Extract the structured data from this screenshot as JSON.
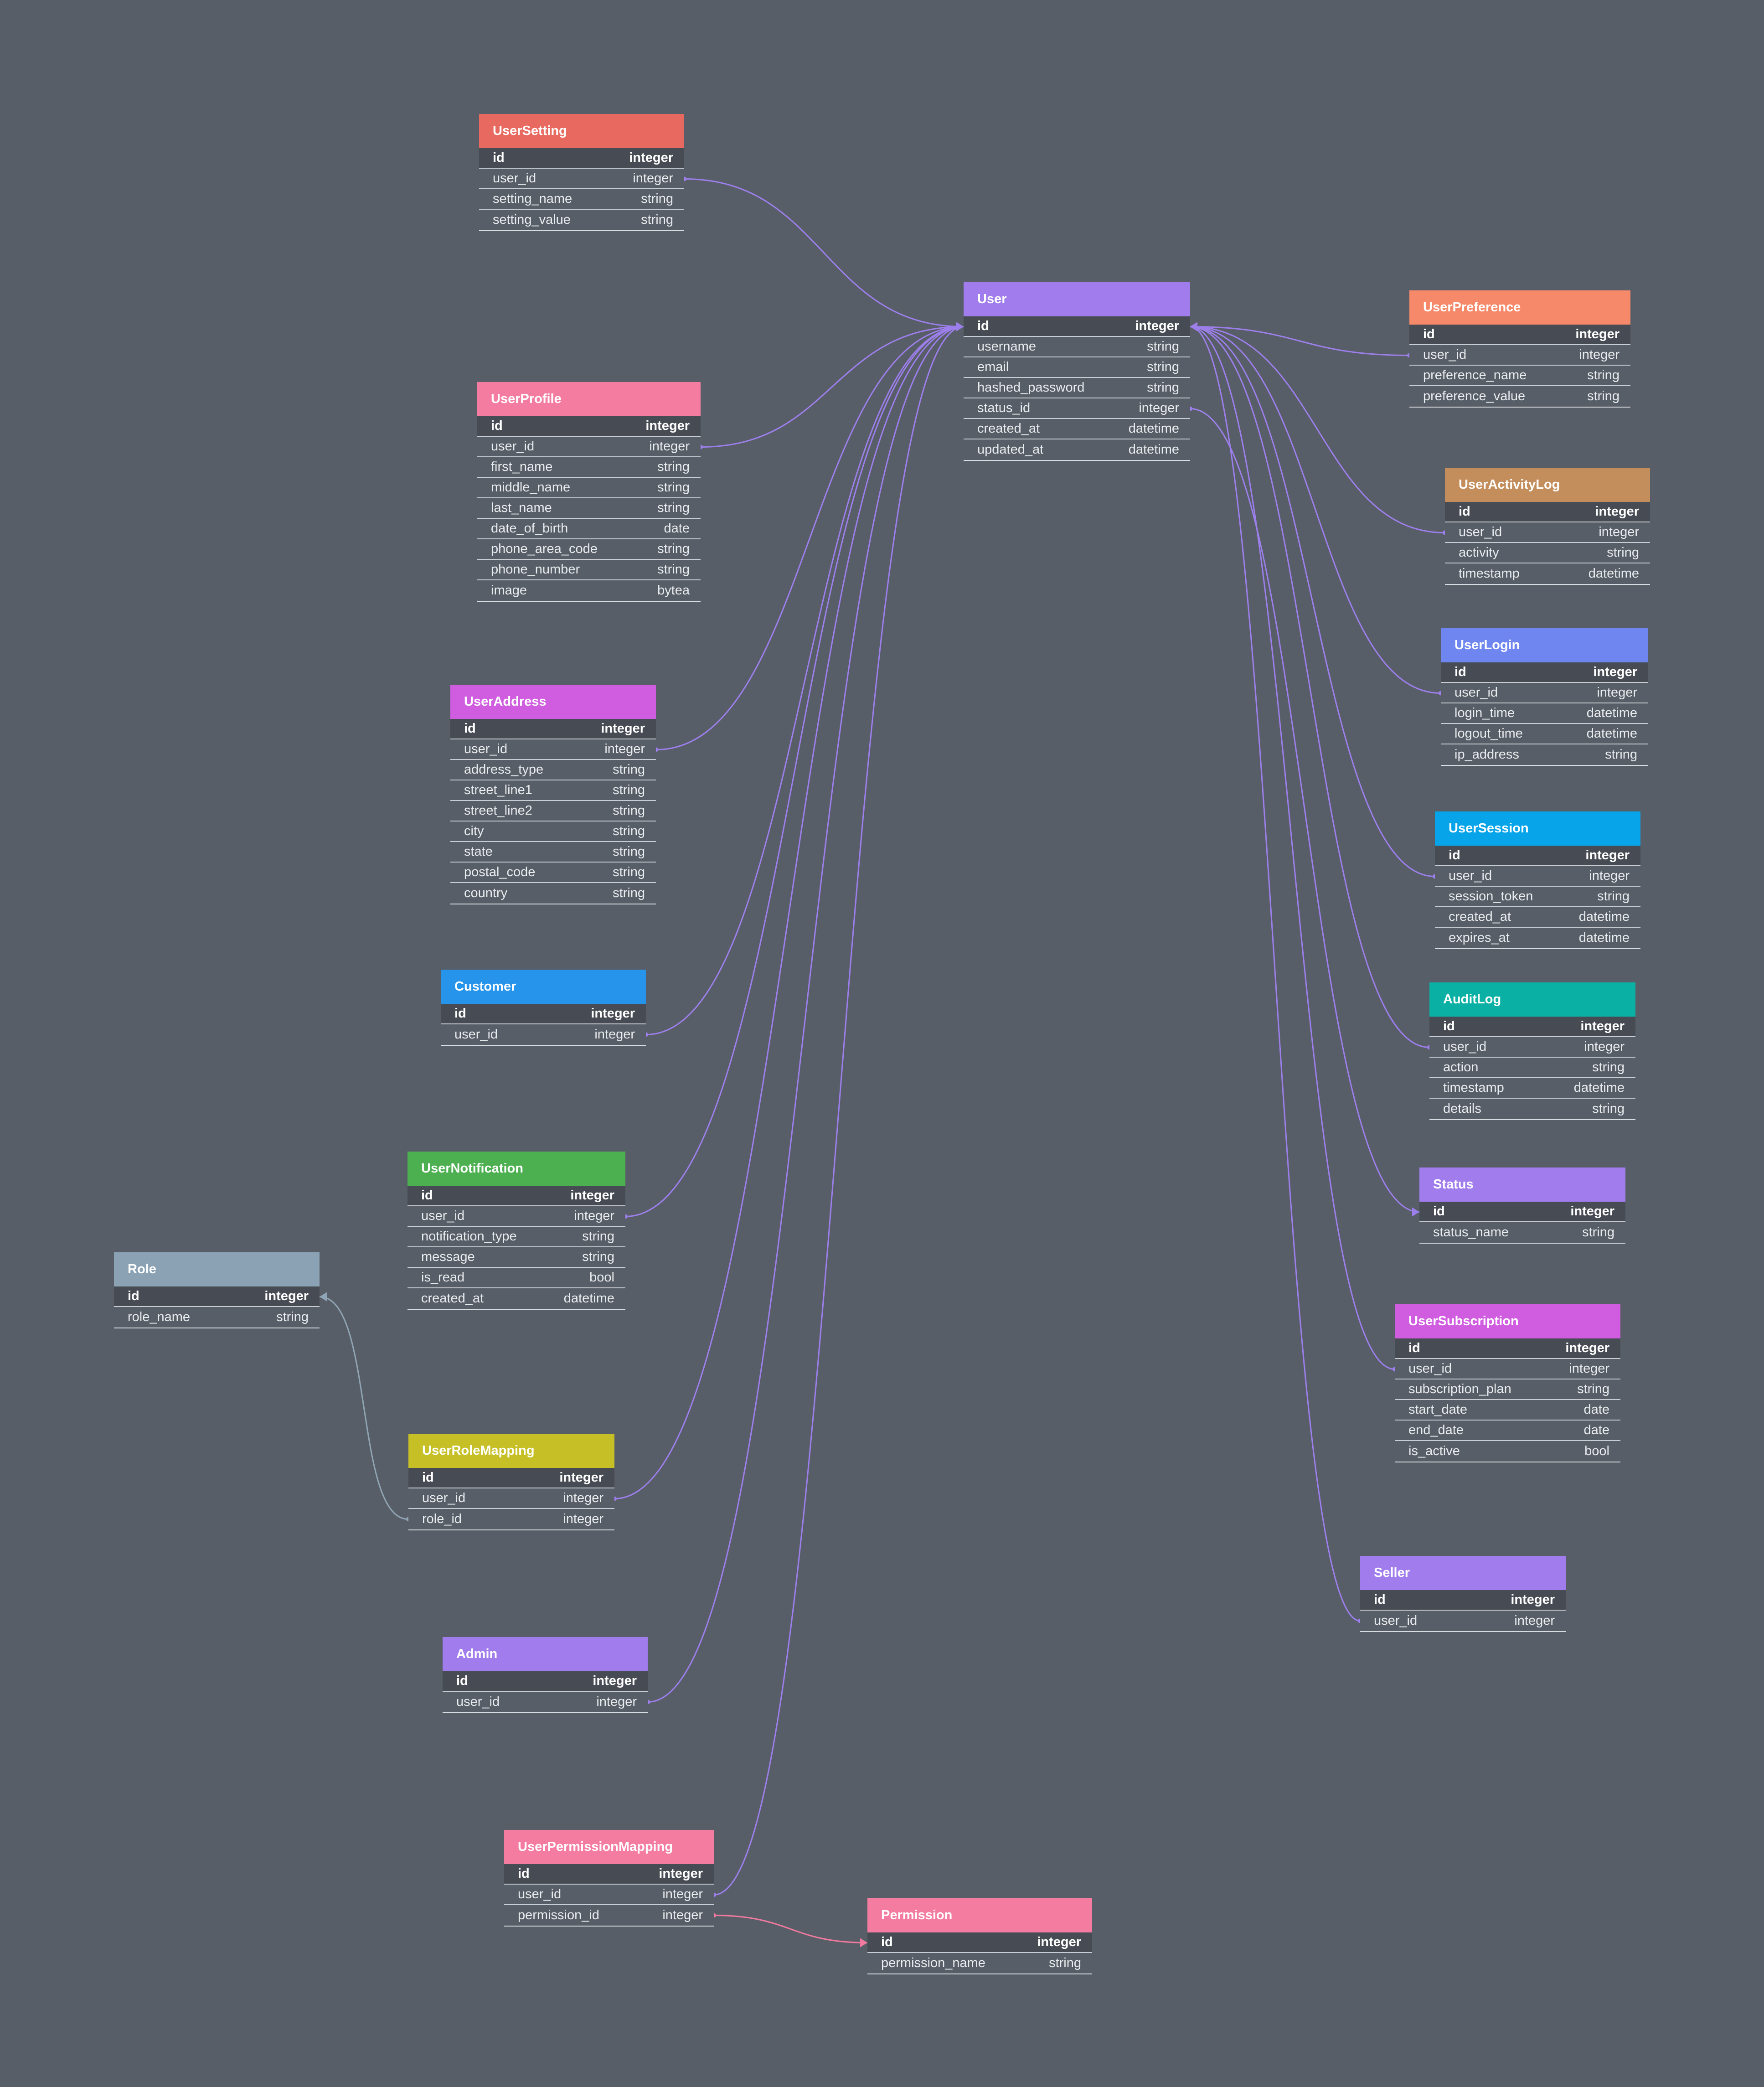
{
  "colors": {
    "background": "#585e67",
    "edge": "#9d7fec",
    "edge_role": "#8fa4b4",
    "edge_permission": "#f07aa0"
  },
  "tables": [
    {
      "key": "usersetting",
      "name": "UserSetting",
      "color": "#e8695f",
      "fields": [
        [
          "id",
          "integer"
        ],
        [
          "user_id",
          "integer"
        ],
        [
          "setting_name",
          "string"
        ],
        [
          "setting_value",
          "string"
        ]
      ]
    },
    {
      "key": "user",
      "name": "User",
      "color": "#a07cec",
      "fields": [
        [
          "id",
          "integer"
        ],
        [
          "username",
          "string"
        ],
        [
          "email",
          "string"
        ],
        [
          "hashed_password",
          "string"
        ],
        [
          "status_id",
          "integer"
        ],
        [
          "created_at",
          "datetime"
        ],
        [
          "updated_at",
          "datetime"
        ]
      ]
    },
    {
      "key": "userpreference",
      "name": "UserPreference",
      "color": "#f5896a",
      "fields": [
        [
          "id",
          "integer"
        ],
        [
          "user_id",
          "integer"
        ],
        [
          "preference_name",
          "string"
        ],
        [
          "preference_value",
          "string"
        ]
      ]
    },
    {
      "key": "userprofile",
      "name": "UserProfile",
      "color": "#f47ca0",
      "fields": [
        [
          "id",
          "integer"
        ],
        [
          "user_id",
          "integer"
        ],
        [
          "first_name",
          "string"
        ],
        [
          "middle_name",
          "string"
        ],
        [
          "last_name",
          "string"
        ],
        [
          "date_of_birth",
          "date"
        ],
        [
          "phone_area_code",
          "string"
        ],
        [
          "phone_number",
          "string"
        ],
        [
          "image",
          "bytea"
        ]
      ]
    },
    {
      "key": "useractivitylog",
      "name": "UserActivityLog",
      "color": "#c48e5c",
      "fields": [
        [
          "id",
          "integer"
        ],
        [
          "user_id",
          "integer"
        ],
        [
          "activity",
          "string"
        ],
        [
          "timestamp",
          "datetime"
        ]
      ]
    },
    {
      "key": "userlogin",
      "name": "UserLogin",
      "color": "#6f86f0",
      "fields": [
        [
          "id",
          "integer"
        ],
        [
          "user_id",
          "integer"
        ],
        [
          "login_time",
          "datetime"
        ],
        [
          "logout_time",
          "datetime"
        ],
        [
          "ip_address",
          "string"
        ]
      ]
    },
    {
      "key": "useraddress",
      "name": "UserAddress",
      "color": "#d05ce0",
      "fields": [
        [
          "id",
          "integer"
        ],
        [
          "user_id",
          "integer"
        ],
        [
          "address_type",
          "string"
        ],
        [
          "street_line1",
          "string"
        ],
        [
          "street_line2",
          "string"
        ],
        [
          "city",
          "string"
        ],
        [
          "state",
          "string"
        ],
        [
          "postal_code",
          "string"
        ],
        [
          "country",
          "string"
        ]
      ]
    },
    {
      "key": "usersession",
      "name": "UserSession",
      "color": "#08a4ea",
      "fields": [
        [
          "id",
          "integer"
        ],
        [
          "user_id",
          "integer"
        ],
        [
          "session_token",
          "string"
        ],
        [
          "created_at",
          "datetime"
        ],
        [
          "expires_at",
          "datetime"
        ]
      ]
    },
    {
      "key": "customer",
      "name": "Customer",
      "color": "#2694ea",
      "fields": [
        [
          "id",
          "integer"
        ],
        [
          "user_id",
          "integer"
        ]
      ]
    },
    {
      "key": "auditlog",
      "name": "AuditLog",
      "color": "#0ab0a4",
      "fields": [
        [
          "id",
          "integer"
        ],
        [
          "user_id",
          "integer"
        ],
        [
          "action",
          "string"
        ],
        [
          "timestamp",
          "datetime"
        ],
        [
          "details",
          "string"
        ]
      ]
    },
    {
      "key": "usernotification",
      "name": "UserNotification",
      "color": "#4caf50",
      "fields": [
        [
          "id",
          "integer"
        ],
        [
          "user_id",
          "integer"
        ],
        [
          "notification_type",
          "string"
        ],
        [
          "message",
          "string"
        ],
        [
          "is_read",
          "bool"
        ],
        [
          "created_at",
          "datetime"
        ]
      ]
    },
    {
      "key": "status",
      "name": "Status",
      "color": "#a07cec",
      "fields": [
        [
          "id",
          "integer"
        ],
        [
          "status_name",
          "string"
        ]
      ]
    },
    {
      "key": "role",
      "name": "Role",
      "color": "#8aa2b4",
      "fields": [
        [
          "id",
          "integer"
        ],
        [
          "role_name",
          "string"
        ]
      ]
    },
    {
      "key": "usersubscription",
      "name": "UserSubscription",
      "color": "#d05ce0",
      "fields": [
        [
          "id",
          "integer"
        ],
        [
          "user_id",
          "integer"
        ],
        [
          "subscription_plan",
          "string"
        ],
        [
          "start_date",
          "date"
        ],
        [
          "end_date",
          "date"
        ],
        [
          "is_active",
          "bool"
        ]
      ]
    },
    {
      "key": "userrolemapping",
      "name": "UserRoleMapping",
      "color": "#c6c026",
      "fields": [
        [
          "id",
          "integer"
        ],
        [
          "user_id",
          "integer"
        ],
        [
          "role_id",
          "integer"
        ]
      ]
    },
    {
      "key": "seller",
      "name": "Seller",
      "color": "#a07cec",
      "fields": [
        [
          "id",
          "integer"
        ],
        [
          "user_id",
          "integer"
        ]
      ]
    },
    {
      "key": "admin",
      "name": "Admin",
      "color": "#a07cec",
      "fields": [
        [
          "id",
          "integer"
        ],
        [
          "user_id",
          "integer"
        ]
      ]
    },
    {
      "key": "userpermissionmapping",
      "name": "UserPermissionMapping",
      "color": "#f47ca0",
      "fields": [
        [
          "id",
          "integer"
        ],
        [
          "user_id",
          "integer"
        ],
        [
          "permission_id",
          "integer"
        ]
      ]
    },
    {
      "key": "permission",
      "name": "Permission",
      "color": "#f47ca0",
      "fields": [
        [
          "id",
          "integer"
        ],
        [
          "permission_name",
          "string"
        ]
      ]
    }
  ],
  "relations": [
    {
      "from": "usersetting",
      "from_field": 1,
      "to": "user",
      "to_field": 0,
      "color_key": "edge"
    },
    {
      "from": "userprofile",
      "from_field": 1,
      "to": "user",
      "to_field": 0,
      "color_key": "edge"
    },
    {
      "from": "useraddress",
      "from_field": 1,
      "to": "user",
      "to_field": 0,
      "color_key": "edge"
    },
    {
      "from": "customer",
      "from_field": 1,
      "to": "user",
      "to_field": 0,
      "color_key": "edge"
    },
    {
      "from": "usernotification",
      "from_field": 1,
      "to": "user",
      "to_field": 0,
      "color_key": "edge"
    },
    {
      "from": "userrolemapping",
      "from_field": 1,
      "to": "user",
      "to_field": 0,
      "color_key": "edge"
    },
    {
      "from": "admin",
      "from_field": 1,
      "to": "user",
      "to_field": 0,
      "color_key": "edge"
    },
    {
      "from": "userpermissionmapping",
      "from_field": 1,
      "to": "user",
      "to_field": 0,
      "color_key": "edge"
    },
    {
      "from": "userpreference",
      "from_field": 1,
      "to": "user",
      "to_field": 0,
      "color_key": "edge"
    },
    {
      "from": "useractivitylog",
      "from_field": 1,
      "to": "user",
      "to_field": 0,
      "color_key": "edge"
    },
    {
      "from": "userlogin",
      "from_field": 1,
      "to": "user",
      "to_field": 0,
      "color_key": "edge"
    },
    {
      "from": "usersession",
      "from_field": 1,
      "to": "user",
      "to_field": 0,
      "color_key": "edge"
    },
    {
      "from": "auditlog",
      "from_field": 1,
      "to": "user",
      "to_field": 0,
      "color_key": "edge"
    },
    {
      "from": "usersubscription",
      "from_field": 1,
      "to": "user",
      "to_field": 0,
      "color_key": "edge"
    },
    {
      "from": "seller",
      "from_field": 1,
      "to": "user",
      "to_field": 0,
      "color_key": "edge"
    },
    {
      "from": "user",
      "from_field": 4,
      "to": "status",
      "to_field": 0,
      "color_key": "edge"
    },
    {
      "from": "userrolemapping",
      "from_field": 2,
      "to": "role",
      "to_field": 0,
      "color_key": "edge_role"
    },
    {
      "from": "userpermissionmapping",
      "from_field": 2,
      "to": "permission",
      "to_field": 0,
      "color_key": "edge_permission"
    }
  ]
}
